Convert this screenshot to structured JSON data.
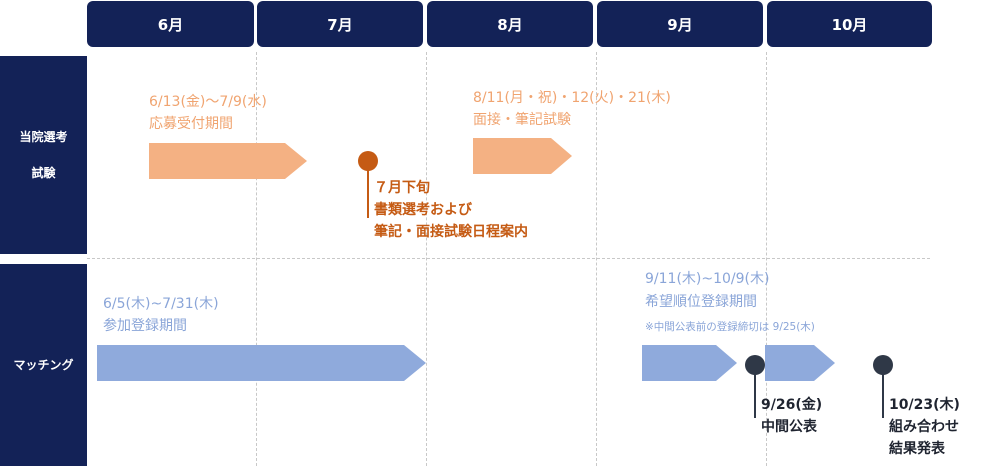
{
  "months": [
    "6月",
    "7月",
    "8月",
    "9月",
    "10月"
  ],
  "rows": {
    "exam_label_1": "当院選考",
    "exam_label_2": "試験",
    "matching_label": "マッチング"
  },
  "exam": {
    "application_dates": "6/13(金)～7/9(水)",
    "application_label": "応募受付期間",
    "test_dates": "8/11(月・祝)・12(火)・21(木)",
    "test_label": "面接・筆記試験",
    "notice_line1": "７月下旬",
    "notice_line2": "書類選考および",
    "notice_line3": "筆記・面接試験日程案内"
  },
  "matching": {
    "participation_dates": "6/5(木)~7/31(木)",
    "participation_label": "参加登録期間",
    "ranking_dates": "9/11(木)~10/9(木)",
    "ranking_label": "希望順位登録期間",
    "ranking_note": "※中間公表前の登録締切は 9/25(木)",
    "interim_date": "9/26(金)",
    "interim_label": "中間公表",
    "result_date": "10/23(木)",
    "result_label1": "組み合わせ",
    "result_label2": "結果発表"
  },
  "colors": {
    "navy": "#132257",
    "orange_light": "#f4b183",
    "orange_dark": "#c55b14",
    "blue_light": "#8faadc",
    "pin_dark": "#2f3847"
  }
}
